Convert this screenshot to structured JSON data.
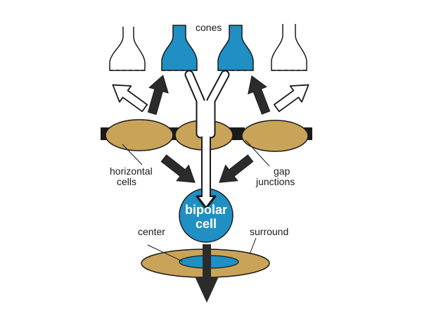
{
  "labels": {
    "cones": "cones",
    "horizontal_line1": "horizontal",
    "horizontal_line2": "cells",
    "gap_line1": "gap",
    "gap_line2": "junctions",
    "bipolar_line1": "bipolar",
    "bipolar_line2": "cell",
    "center": "center",
    "surround": "surround"
  },
  "colors": {
    "cone_active": "#1f8fc4",
    "horizontal_cell": "#c9a458",
    "bipolar_cell": "#1f8fc4",
    "arrow_dark": "#2b2b2b",
    "outline": "#1a1a1a"
  }
}
